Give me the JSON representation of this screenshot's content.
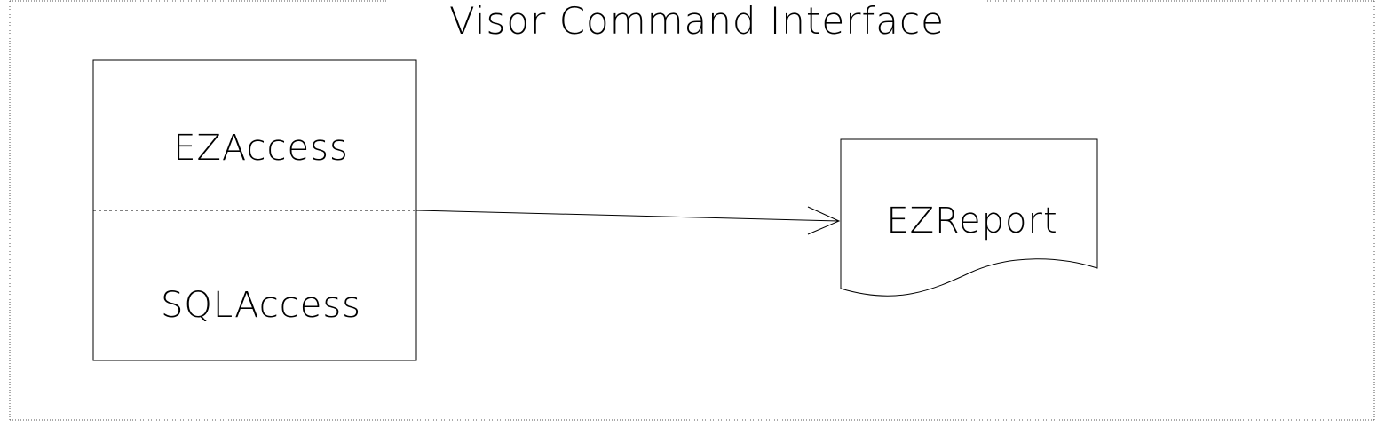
{
  "diagram": {
    "title": "Visor Command Interface",
    "box": {
      "top_label": "EZAccess",
      "bottom_label": "SQLAccess"
    },
    "document": {
      "label": "EZReport"
    }
  },
  "colors": {
    "stroke": "#000000",
    "frame": "#555555",
    "background": "#ffffff"
  }
}
